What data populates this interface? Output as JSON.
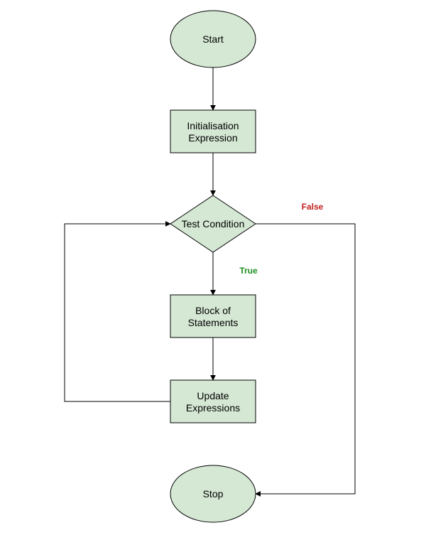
{
  "diagram": {
    "type": "flowchart",
    "nodes": {
      "start": {
        "shape": "ellipse",
        "label": "Start"
      },
      "init": {
        "shape": "rect",
        "label_line1": "Initialisation",
        "label_line2": "Expression"
      },
      "test": {
        "shape": "diamond",
        "label": "Test Condition"
      },
      "block": {
        "shape": "rect",
        "label_line1": "Block of",
        "label_line2": "Statements"
      },
      "update": {
        "shape": "rect",
        "label_line1": "Update",
        "label_line2": "Expressions"
      },
      "stop": {
        "shape": "ellipse",
        "label": "Stop"
      }
    },
    "edges": [
      {
        "from": "start",
        "to": "init"
      },
      {
        "from": "init",
        "to": "test"
      },
      {
        "from": "test",
        "to": "block",
        "label": "True"
      },
      {
        "from": "block",
        "to": "update"
      },
      {
        "from": "update",
        "to": "test"
      },
      {
        "from": "test",
        "to": "stop",
        "label": "False"
      }
    ],
    "labels": {
      "true": "True",
      "false": "False"
    },
    "colors": {
      "node_fill": "#d5e8d4",
      "stroke": "#000000",
      "true_label": "#1e8e1e",
      "false_label": "#c0201e"
    }
  }
}
